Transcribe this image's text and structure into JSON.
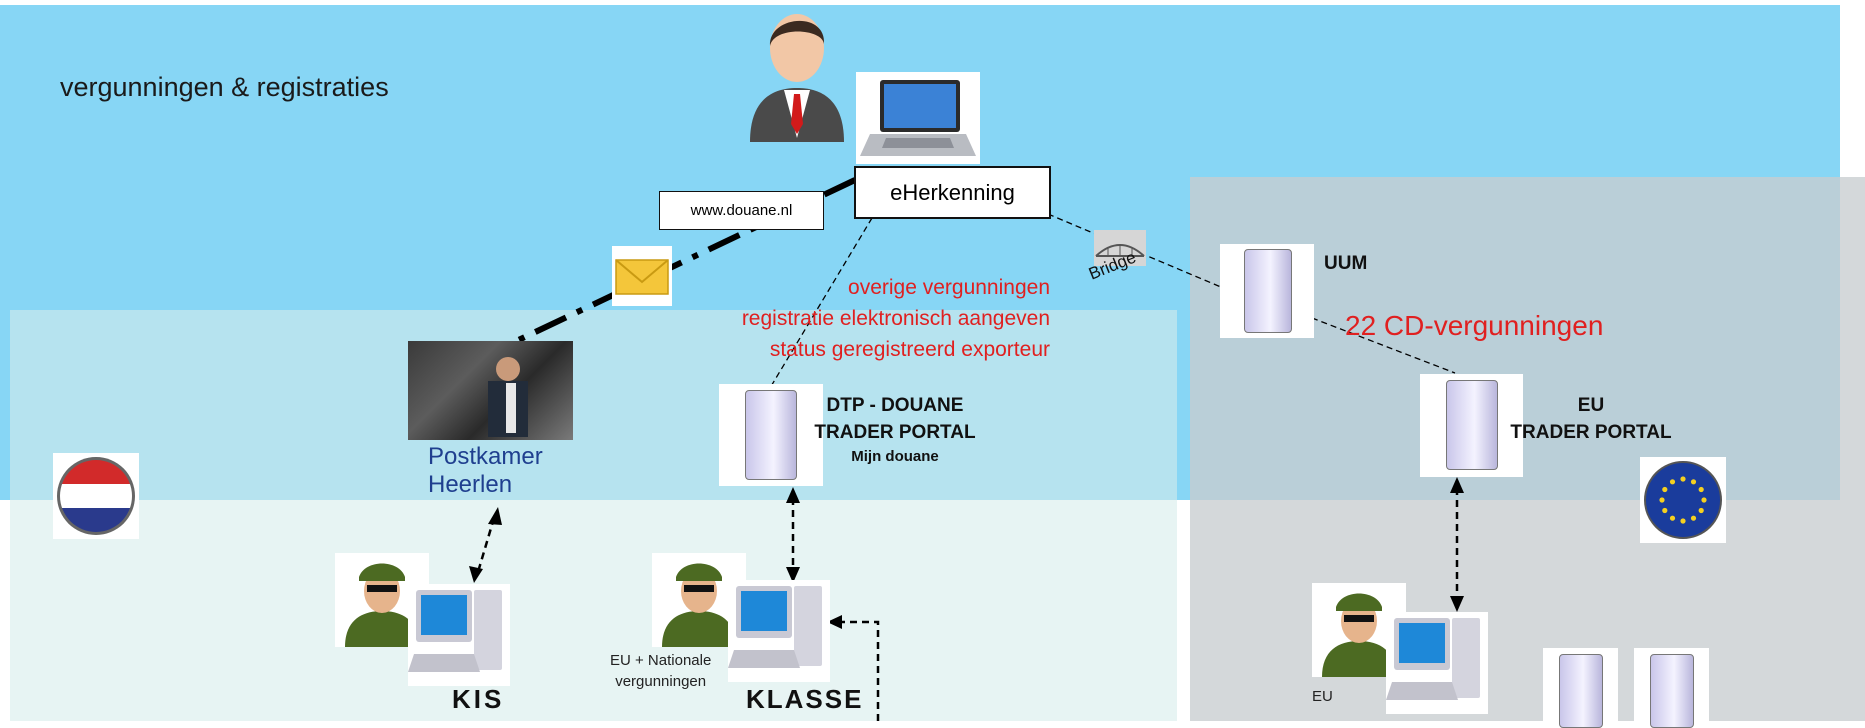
{
  "title": "vergunningen & registraties",
  "website_label": "www.douane.nl",
  "eherkenning_label": "eHerkenning",
  "bridge_label": "Bridge",
  "uum_label": "UUM",
  "cd_licenses_label": "22 CD-vergunningen",
  "red_labels": [
    "overige vergunningen",
    "registratie elektronisch aangeven",
    "status geregistreerd exporteur"
  ],
  "dtp": {
    "line1": "DTP - DOUANE",
    "line2": "TRADER PORTAL",
    "sub": "Mijn douane"
  },
  "eu_portal": {
    "line1": "EU",
    "line2": "TRADER PORTAL"
  },
  "postkamer": {
    "line1": "Postkamer",
    "line2": "Heerlen"
  },
  "kis_label": "KIS",
  "klasse_label": "KLASSE",
  "klasse_note": {
    "line1": "EU + Nationale",
    "line2": "vergunningen"
  },
  "eu_small_label": "EU",
  "colors": {
    "band_top": "#87d6f5",
    "nl_zone": "#b6e3ef",
    "eu_zone": "#c8cdd0",
    "red_text": "#e02020",
    "navy_text": "#1f3f8f"
  },
  "icons": [
    "business-person-icon",
    "laptop-icon",
    "envelope-icon",
    "bridge-icon",
    "server-icon",
    "office-worker-photo",
    "netherlands-flag-icon",
    "eu-flag-icon",
    "customs-officer-icon",
    "desktop-computer-icon"
  ]
}
